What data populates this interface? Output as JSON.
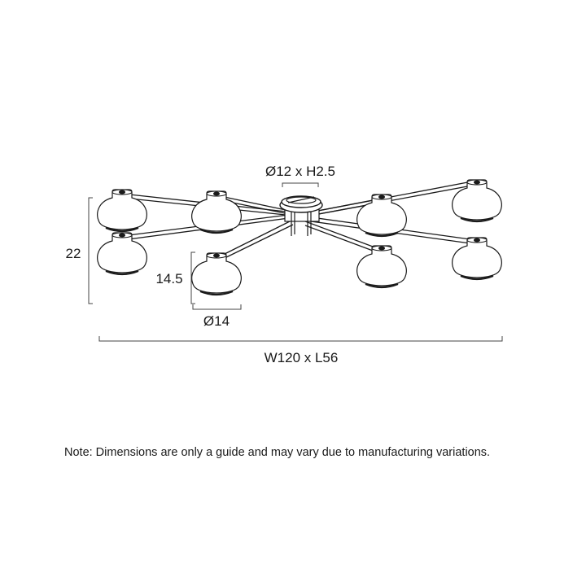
{
  "dimensions": {
    "canopy": "Ø12 x H2.5",
    "overall_height": "22",
    "shade_height": "14.5",
    "shade_diameter": "Ø14",
    "overall_size": "W120 x L56"
  },
  "note": "Note: Dimensions are only a guide and may vary due to manufacturing variations.",
  "colors": {
    "line": "#1a1a1a",
    "background": "#ffffff"
  }
}
